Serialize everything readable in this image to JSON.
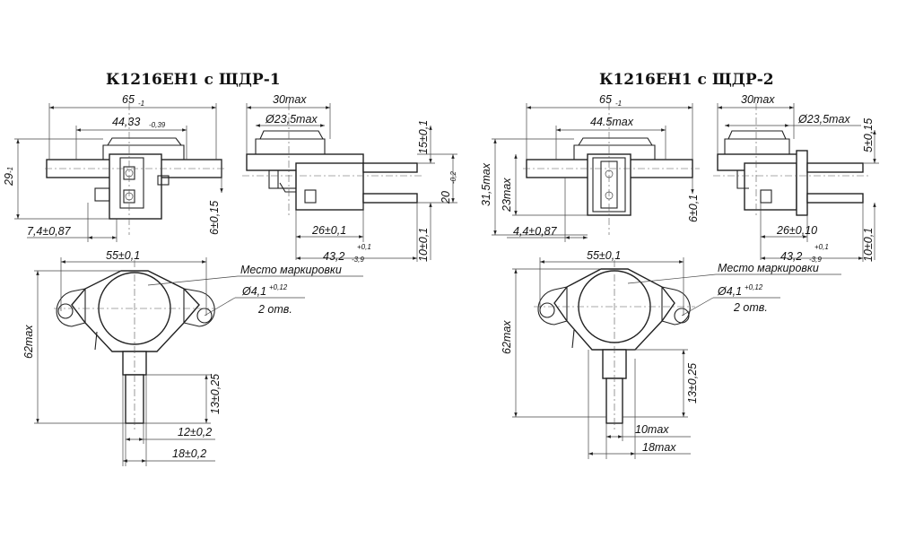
{
  "left": {
    "title": "К1216ЕН1 с ЩДР-1",
    "dim_65": "65",
    "dim_65_tol": "-1",
    "dim_44": "44,33",
    "dim_44_tol": "-0,39",
    "dim_29": "29",
    "dim_29_tol": "-1",
    "dim_7_4": "7,4±0,87",
    "dim_6": "6±0,15",
    "dim_30max": "30max",
    "dim_d23": "Ø23,5max",
    "dim_15": "15±0,1",
    "dim_20": "20",
    "dim_20_tol": "-0,2",
    "dim_26": "26±0,1",
    "dim_43": "43,2",
    "dim_43_tol_up": "+0,1",
    "dim_43_tol_dn": "-3,9",
    "dim_10": "10±0,1",
    "dim_55": "55±0,1",
    "mark_label": "Место маркировки",
    "hole_dim": "Ø4,1",
    "hole_tol": "+0,12",
    "holes_count": "2 отв.",
    "dim_62": "62max",
    "dim_13": "13±0,25",
    "dim_12": "12±0,2",
    "dim_18": "18±0,2"
  },
  "right": {
    "title": "К1216ЕН1 с ЩДР-2",
    "dim_65": "65",
    "dim_65_tol": "-1",
    "dim_44": "44.5max",
    "dim_31": "31,5max",
    "dim_23": "23max",
    "dim_4_4": "4,4±0,87",
    "dim_6": "6±0,1",
    "dim_30max": "30max",
    "dim_d23": "Ø23,5max",
    "dim_5": "5±0,15",
    "dim_26": "26±0,10",
    "dim_43": "43,2",
    "dim_43_tol_up": "+0,1",
    "dim_43_tol_dn": "-3,9",
    "dim_10": "10±0,1",
    "dim_55": "55±0,1",
    "mark_label": "Место маркировки",
    "hole_dim": "Ø4,1",
    "hole_tol": "+0,12",
    "holes_count": "2 отв.",
    "dim_62": "62max",
    "dim_13": "13±0,25",
    "dim_10max": "10max",
    "dim_18": "18max"
  }
}
